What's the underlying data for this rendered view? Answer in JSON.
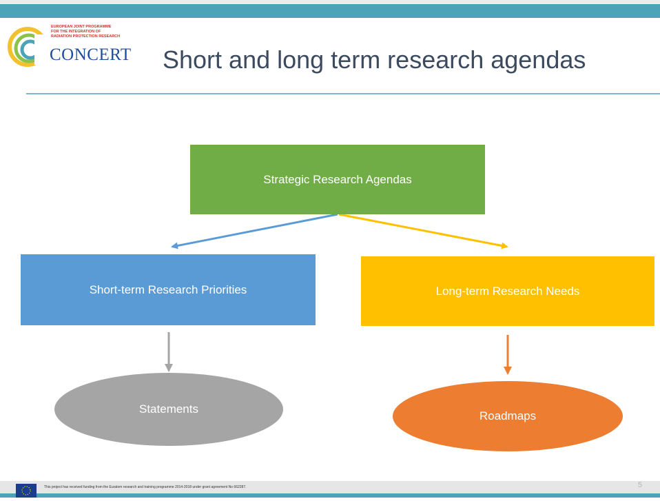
{
  "logo": {
    "lines": [
      "European Joint Programme",
      "for the Integration of",
      "Radiation Protection Research"
    ],
    "wordmark": "CONCERT"
  },
  "title": "Short and long term research agendas",
  "diagram": {
    "top": "Strategic Research Agendas",
    "left": "Short-term Research Priorities",
    "right": "Long-term Research Needs",
    "left_out": "Statements",
    "right_out": "Roadmaps"
  },
  "colors": {
    "green": "#70ad47",
    "blue": "#5b9bd5",
    "gold": "#ffc000",
    "gray": "#a5a5a5",
    "orange": "#ed7d31",
    "teal": "#4aa3b8"
  },
  "footer": {
    "text": "This project has received funding from the Euratom research and training programme 2014-2018 under grant agreement No 662287.",
    "page": "5"
  }
}
